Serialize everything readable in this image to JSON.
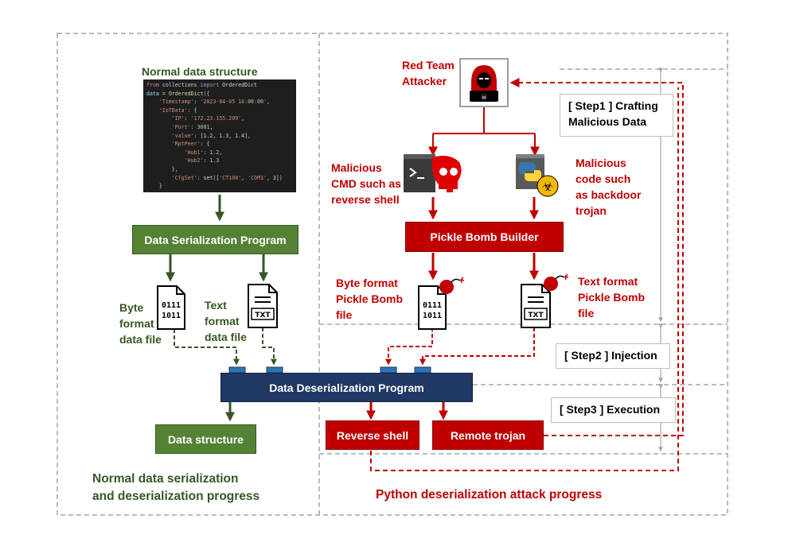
{
  "left_panel": {
    "code_title": "Normal data structure",
    "code_lines": [
      "from collections import OrderedDict",
      "data = OrderedDict({",
      "    'Timestamp': '2023-04-05 16:00:00',",
      "    'IoTData': {",
      "        'IP': '172.23.155.209',",
      "        'Port': 3001,",
      "        'value': [1.2, 1.3, 1.4],",
      "        'RptPeer': {",
      "            'Hub1': 1.2,",
      "            'Hub2': 1.3",
      "        },",
      "        'CfgSet': set(['CT100', 'COM3', 3])",
      "    }",
      "})"
    ],
    "serialization_program": "Data Serialization Program",
    "byte_file_label": [
      "Byte",
      "format",
      "data file"
    ],
    "text_file_label": [
      "Text",
      "format",
      "data file"
    ],
    "data_structure": "Data structure",
    "caption": [
      "Normal data serialization",
      "and deserialization progress"
    ]
  },
  "right_panel": {
    "attacker_label": [
      "Red Team",
      "Attacker"
    ],
    "malicious_cmd_label": [
      "Malicious",
      "CMD such as",
      "reverse shell"
    ],
    "malicious_code_label": [
      "Malicious",
      "code such",
      "as backdoor",
      "trojan"
    ],
    "pickle_bomb_builder": "Pickle Bomb Builder",
    "byte_bomb_label": [
      "Byte format",
      "Pickle Bomb",
      "file"
    ],
    "text_bomb_label": [
      "Text format",
      "Pickle Bomb",
      "file"
    ],
    "reverse_shell": "Reverse shell",
    "remote_trojan": "Remote trojan",
    "caption": "Python deserialization attack progress"
  },
  "center": {
    "deserialization_program": "Data Deserialization Program"
  },
  "steps": {
    "step1": [
      "[ Step1 ] Crafting",
      "Malicious Data"
    ],
    "step2": "[ Step2 ] Injection",
    "step3": "[ Step3 ] Execution"
  },
  "icons": {
    "byte_file": "binary-file-icon",
    "text_file": "txt-file-icon",
    "bomb": "bomb-icon",
    "hacker": "hacker-icon",
    "terminal_skull": "terminal-skull-icon",
    "python_biohazard": "python-biohazard-icon"
  },
  "file_glyphs": {
    "binary_top": "0111",
    "binary_bottom": "1011",
    "txt": "TXT"
  },
  "colors": {
    "green": "#548235",
    "dark_green": "#375623",
    "red": "#c00000",
    "navy": "#1f3864",
    "gray_dash": "#a6a6a6"
  }
}
